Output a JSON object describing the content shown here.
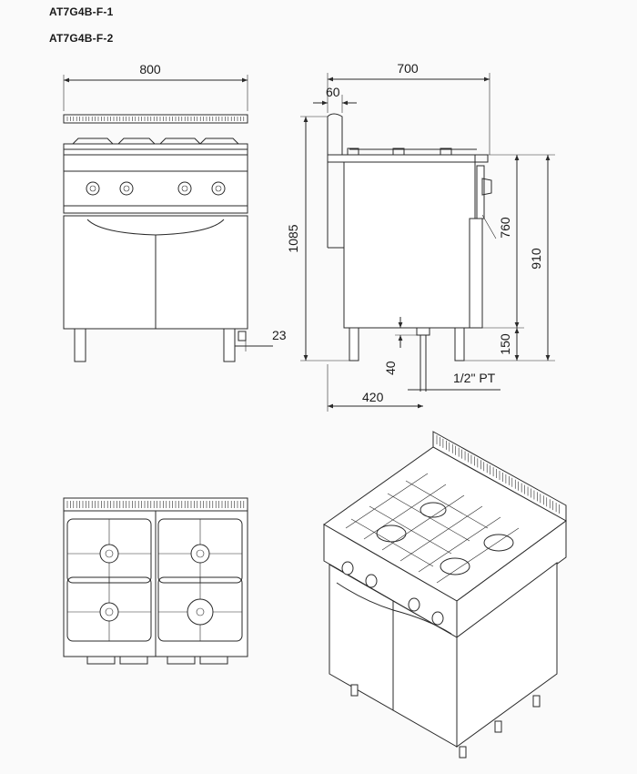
{
  "models": [
    "AT7G4B-F-1",
    "AT7G4B-F-2"
  ],
  "dimensions": {
    "front_width": "800",
    "side_depth": "700",
    "side_offset": "60",
    "total_height": "1085",
    "worktop_height": "910",
    "body_height": "760",
    "leg_height": "150",
    "foot_offset": "23",
    "gas_inlet_height": "40",
    "gas_inlet_depth": "420",
    "gas_connection": "1/2\"  PT"
  },
  "colors": {
    "line": "#2a2a2a",
    "background": "#fafafa"
  }
}
